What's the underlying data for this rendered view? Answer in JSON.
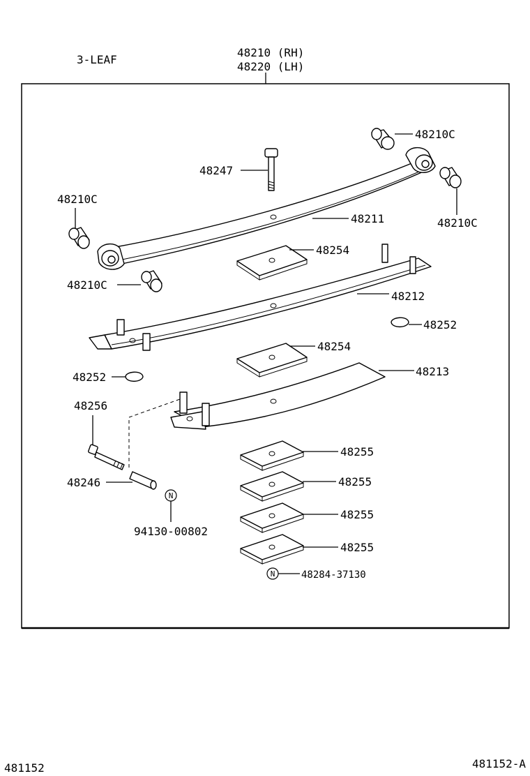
{
  "title": {
    "variant": "3-LEAF",
    "assembly_rh": "48210 (RH)",
    "assembly_lh": "48220 (LH)"
  },
  "labels": {
    "bush_top_right": "48210C",
    "bolt_center": "48247",
    "bush_left": "48210C",
    "bush_right": "48210C",
    "leaf_1": "48211",
    "insert_1": "48254",
    "bush_lower_left": "48210C",
    "leaf_2": "48212",
    "pad_right": "48252",
    "insert_2": "48254",
    "pad_left": "48252",
    "leaf_3": "48213",
    "clip_bolt": "48256",
    "spacer_a": "48255",
    "spacer_b": "48255",
    "spacer_c": "48255",
    "spacer_d": "48255",
    "clip_pipe": "48246",
    "nut_clip": "94130-00802",
    "nut_center": "48284-37130",
    "nut_symbol": "N"
  },
  "footer": {
    "left_code": "481152",
    "right_code": "481152-A"
  }
}
